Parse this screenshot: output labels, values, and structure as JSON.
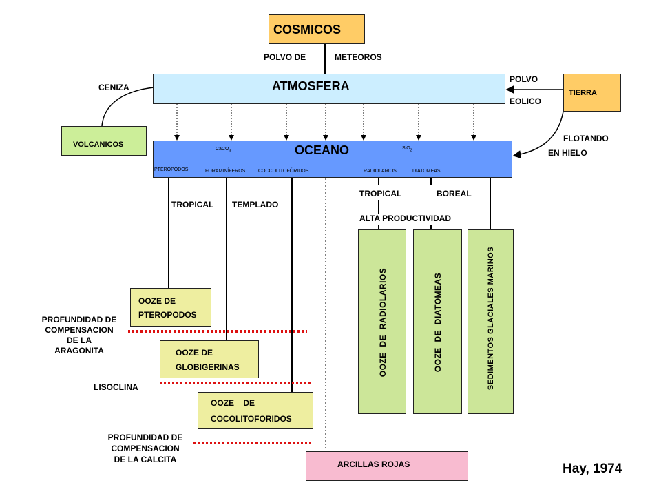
{
  "boxes": {
    "cosmicos": "COSMICOS",
    "atmosfera": "ATMOSFERA",
    "oceano": "OCEANO",
    "tierra": "TIERRA",
    "volcanicos": "VOLCANICOS",
    "ooze_pteropodos": [
      "OOZE  DE",
      "PTEROPODOS"
    ],
    "ooze_globigerinas": [
      "OOZE  DE",
      "GLOBIGERINAS"
    ],
    "ooze_cocolitoforidos": [
      "OOZE    DE",
      "COCOLITOFORIDOS"
    ],
    "ooze_radiolarios": "OOZE  DE  RADIOLARIOS",
    "ooze_diatomeas": "OOZE  DE  DIATOMEAS",
    "sedimentos_glaciales": "SEDIMENTOS GLACIALES MARINOS",
    "arcillas_rojas": "ARCILLAS ROJAS"
  },
  "labels": {
    "polvo_de": "POLVO  DE",
    "meteoros": "METEOROS",
    "ceniza": "CENIZA",
    "polvo": "POLVO",
    "eolico": "EOLICO",
    "flotando": "FLOTANDO",
    "en_hielo": "EN HIELO",
    "tropical_left": "TROPICAL",
    "templado": "TEMPLADO",
    "tropical_right": "TROPICAL",
    "boreal": "BOREAL",
    "alta_productividad": "ALTA PRODUCTIVIDAD",
    "prof_aragonita": [
      "PROFUNDIDAD DE",
      "COMPENSACION",
      "DE LA",
      "ARAGONITA"
    ],
    "lisoclina": "LISOCLINA",
    "prof_calcita": [
      "PROFUNDIDAD DE",
      "COMPENSACION",
      "DE LA CALCITA"
    ],
    "citation": "Hay, 1974"
  },
  "ocean_small": {
    "caco3": "CaCO",
    "caco3_sub": "3",
    "sio2": "SiO",
    "sio2_sub": "2",
    "pteropodos": "PTERÓPODOS",
    "foraminiferos": "FORAMINÍFEROS",
    "coccolitoforidos": "COCCOLITOFÓRIDOS",
    "radiolarios": "RADIOLARIOS",
    "diatomeas": "DIATOMEAS"
  },
  "colors": {
    "cosmicos": "#ffcc66",
    "atmosfera": "#cceeff",
    "oceano": "#6699ff",
    "tierra": "#ffcc66",
    "volcanicos": "#ccee99",
    "calcareous_ooze": "#eeeea0",
    "siliceous_ooze": "#cce699",
    "arcillas": "#f8bbd0",
    "compensation_line": "#dd1111"
  }
}
